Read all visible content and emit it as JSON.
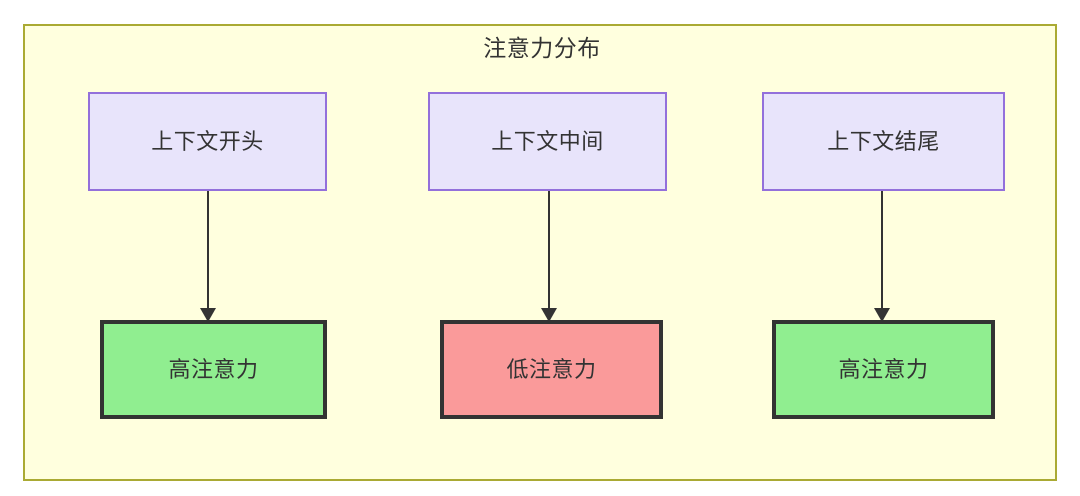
{
  "diagram": {
    "title": "注意力分布",
    "container": {
      "fill": "#ffffde",
      "stroke": "#aaaa33"
    },
    "source_nodes": [
      {
        "id": "ctx-start",
        "label": "上下文开头",
        "fill": "#e8e4fb",
        "stroke": "#9370db"
      },
      {
        "id": "ctx-mid",
        "label": "上下文中间",
        "fill": "#e8e4fb",
        "stroke": "#9370db"
      },
      {
        "id": "ctx-end",
        "label": "上下文结尾",
        "fill": "#e8e4fb",
        "stroke": "#9370db"
      }
    ],
    "sink_nodes": [
      {
        "id": "attn-1",
        "label": "高注意力",
        "fill": "#90ee90",
        "stroke": "#333333"
      },
      {
        "id": "attn-2",
        "label": "低注意力",
        "fill": "#fa9a9a",
        "stroke": "#333333"
      },
      {
        "id": "attn-3",
        "label": "高注意力",
        "fill": "#90ee90",
        "stroke": "#333333"
      }
    ],
    "edges": [
      {
        "from": "ctx-start",
        "to": "attn-1",
        "label": "",
        "style": "solid-arrow"
      },
      {
        "from": "ctx-mid",
        "to": "attn-2",
        "label": "",
        "style": "solid-arrow"
      },
      {
        "from": "ctx-end",
        "to": "attn-3",
        "label": "",
        "style": "solid-arrow"
      }
    ]
  }
}
